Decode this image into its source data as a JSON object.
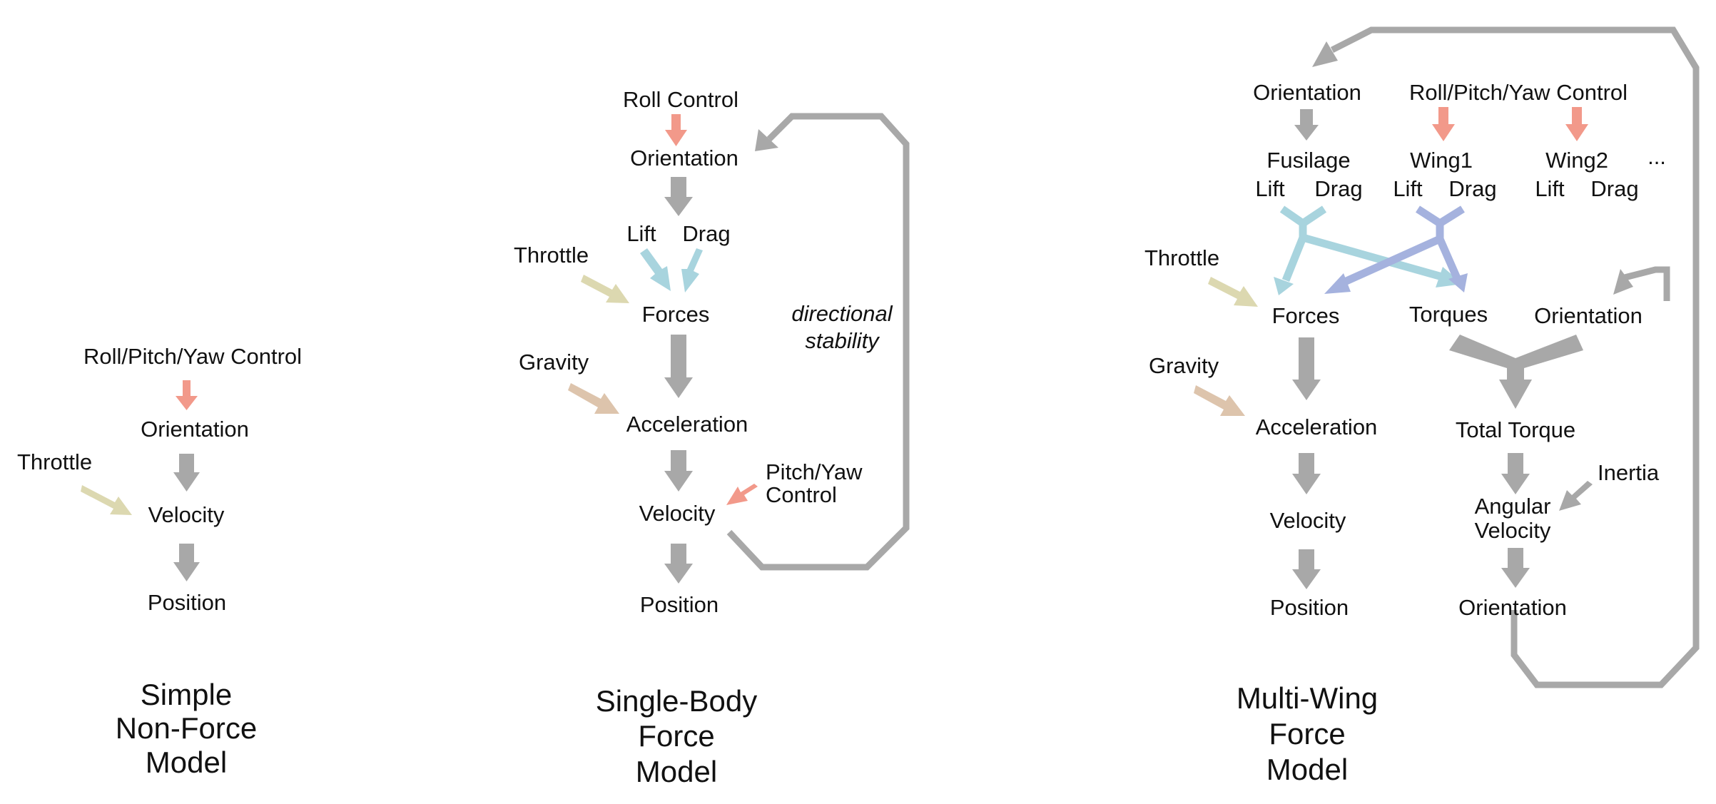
{
  "colors": {
    "flow": "#a8a8a8",
    "control": "#f2998a",
    "throttle": "#dcd8b0",
    "gravity": "#ddc4ac",
    "lift_drag": "#a8d4de",
    "wing": "#a5b2de",
    "text": "#111111"
  },
  "simple": {
    "control": "Roll/Pitch/Yaw Control",
    "orientation": "Orientation",
    "throttle": "Throttle",
    "velocity": "Velocity",
    "position": "Position",
    "title": [
      "Simple",
      "Non-Force",
      "Model"
    ]
  },
  "single": {
    "roll_control": "Roll Control",
    "orientation": "Orientation",
    "lift": "Lift",
    "drag": "Drag",
    "throttle": "Throttle",
    "forces": "Forces",
    "gravity": "Gravity",
    "acceleration": "Acceleration",
    "pitch_yaw_control": [
      "Pitch/Yaw",
      "Control"
    ],
    "velocity": "Velocity",
    "position": "Position",
    "loop_label": [
      "directional",
      "stability"
    ],
    "title": [
      "Single-Body",
      "Force",
      "Model"
    ]
  },
  "multi": {
    "orientation_top": "Orientation",
    "control": "Roll/Pitch/Yaw Control",
    "fusilage": "Fusilage",
    "wing1": "Wing1",
    "wing2": "Wing2",
    "ellipsis": "...",
    "lift": "Lift",
    "drag": "Drag",
    "throttle": "Throttle",
    "forces": "Forces",
    "torques": "Torques",
    "orientation_right": "Orientation",
    "gravity": "Gravity",
    "acceleration": "Acceleration",
    "total_torque": "Total Torque",
    "inertia": "Inertia",
    "velocity": "Velocity",
    "angular_velocity": [
      "Angular",
      "Velocity"
    ],
    "position": "Position",
    "orientation_bottom": "Orientation",
    "title": [
      "Multi-Wing",
      "Force",
      "Model"
    ]
  }
}
